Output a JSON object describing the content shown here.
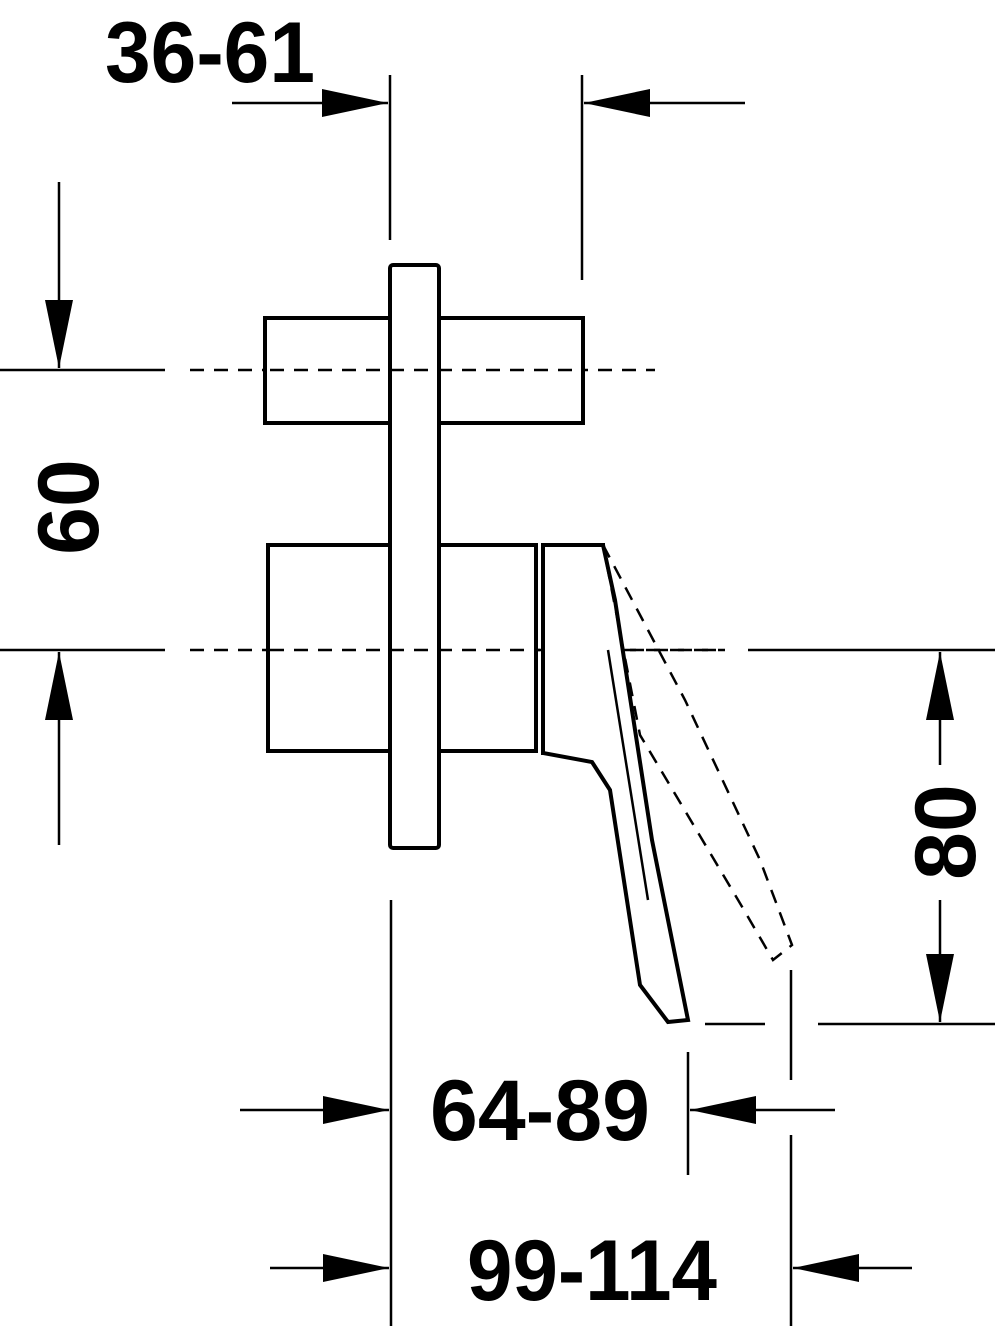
{
  "dimensions": {
    "top_depth": "36-61",
    "center_distance": "60",
    "lever_height": "80",
    "lever_depth": "64-89",
    "total_depth": "99-114"
  },
  "colors": {
    "line": "#000000",
    "background": "#ffffff"
  }
}
